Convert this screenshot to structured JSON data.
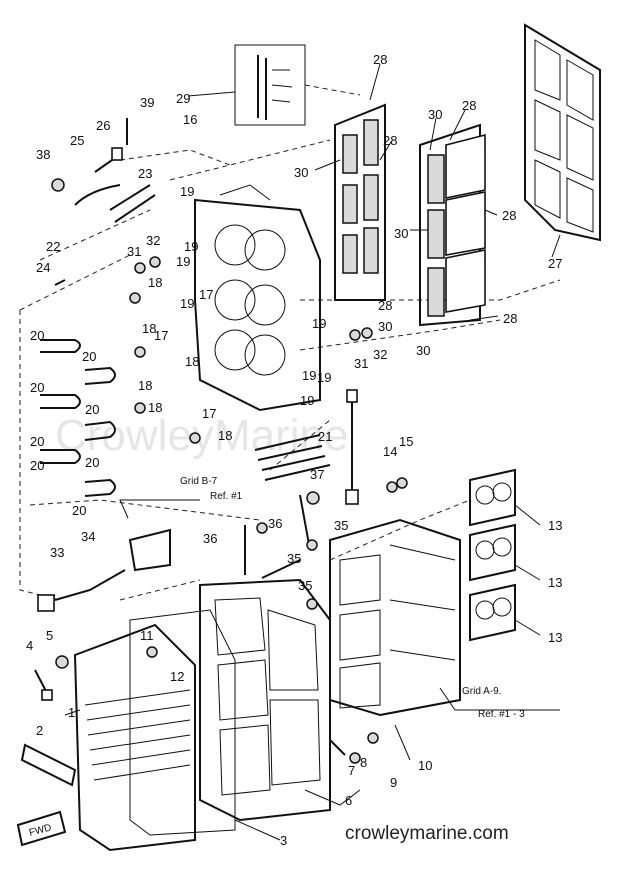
{
  "watermark": "CrowleyMarine",
  "footer_url": "crowleymarine.com",
  "notes": {
    "grid_b7": "Grid B-7",
    "ref1": "Ref. #1",
    "grid_a9": "Grid A-9.",
    "ref13": "Ref. #1 - 3"
  },
  "fwd_label": "FWD",
  "callouts": [
    "1",
    "2",
    "3",
    "4",
    "5",
    "6",
    "7",
    "8",
    "9",
    "10",
    "11",
    "12",
    "13",
    "13",
    "13",
    "14",
    "15",
    "16",
    "17",
    "17",
    "17",
    "18",
    "18",
    "18",
    "18",
    "18",
    "18",
    "19",
    "19",
    "19",
    "19",
    "19",
    "19",
    "19",
    "19",
    "20",
    "20",
    "20",
    "20",
    "20",
    "20",
    "20",
    "20",
    "21",
    "22",
    "23",
    "24",
    "25",
    "26",
    "27",
    "28",
    "28",
    "28",
    "28",
    "28",
    "28",
    "29",
    "30",
    "30",
    "30",
    "30",
    "30",
    "31",
    "31",
    "32",
    "32",
    "33",
    "34",
    "35",
    "35",
    "35",
    "36",
    "36",
    "37",
    "38",
    "39"
  ]
}
